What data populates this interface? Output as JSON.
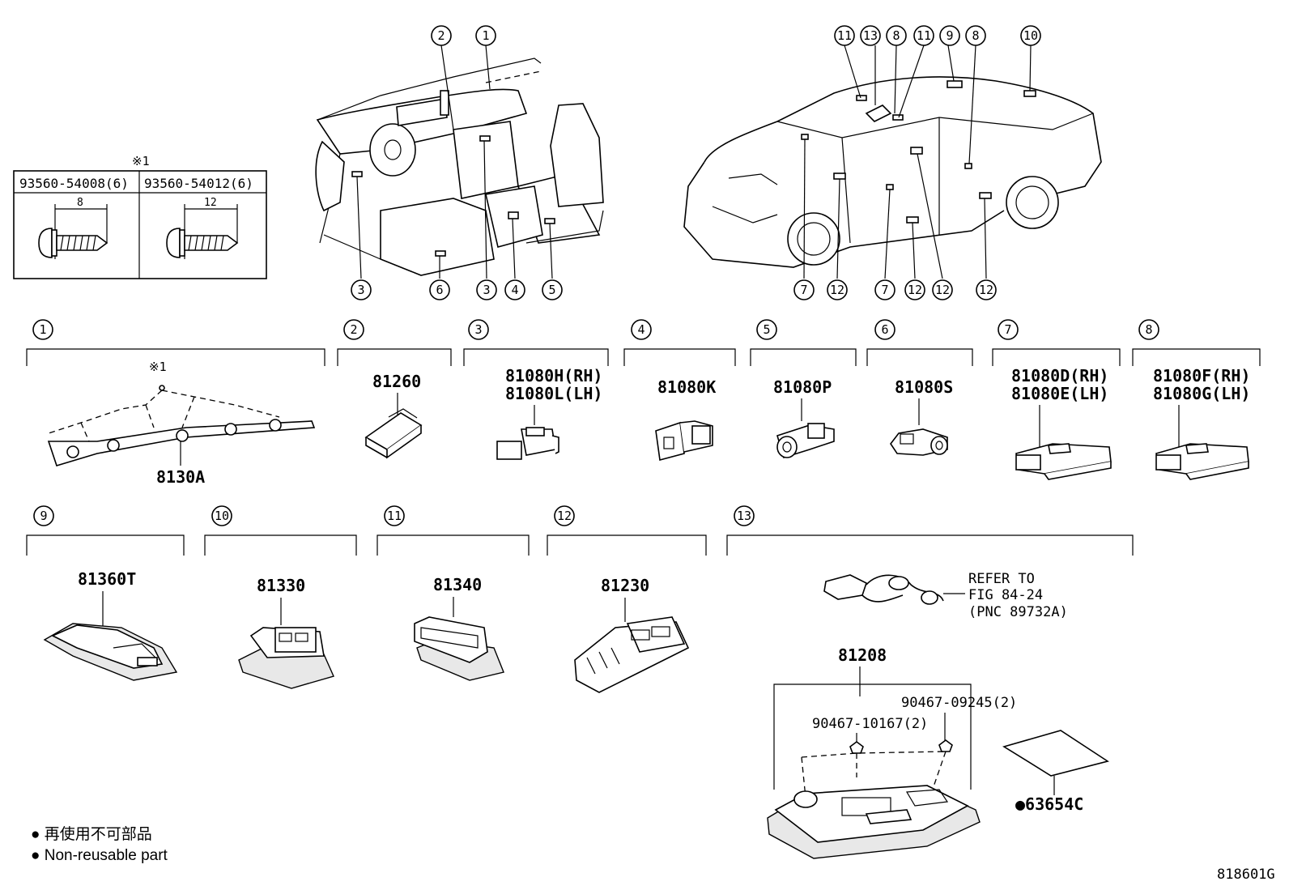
{
  "screw_table": {
    "note_mark": "※1",
    "cols": [
      {
        "part": "93560-54008(6)",
        "dim": "8"
      },
      {
        "part": "93560-54012(6)",
        "dim": "12"
      }
    ]
  },
  "interior_callouts_top": [
    "2",
    "1"
  ],
  "interior_callouts_bottom": [
    "3",
    "6",
    "3",
    "4",
    "5"
  ],
  "exterior_callouts_top": [
    "11",
    "13",
    "8",
    "11",
    "9",
    "8",
    "10"
  ],
  "exterior_callouts_bottom": [
    "7",
    "12",
    "7",
    "12",
    "12",
    "12"
  ],
  "groups": [
    {
      "num": "1",
      "parts": [
        "8130A"
      ],
      "note": "※1"
    },
    {
      "num": "2",
      "parts": [
        "81260"
      ]
    },
    {
      "num": "3",
      "parts": [
        "81080H(RH)",
        "81080L(LH)"
      ]
    },
    {
      "num": "4",
      "parts": [
        "81080K"
      ]
    },
    {
      "num": "5",
      "parts": [
        "81080P"
      ]
    },
    {
      "num": "6",
      "parts": [
        "81080S"
      ]
    },
    {
      "num": "7",
      "parts": [
        "81080D(RH)",
        "81080E(LH)"
      ]
    },
    {
      "num": "8",
      "parts": [
        "81080F(RH)",
        "81080G(LH)"
      ]
    },
    {
      "num": "9",
      "parts": [
        "81360T"
      ]
    },
    {
      "num": "10",
      "parts": [
        "81330"
      ]
    },
    {
      "num": "11",
      "parts": [
        "81340"
      ]
    },
    {
      "num": "12",
      "parts": [
        "81230"
      ]
    },
    {
      "num": "13",
      "parts": [
        "81208"
      ]
    }
  ],
  "group13": {
    "refer": [
      "REFER TO",
      "FIG 84-24",
      "(PNC 89732A)"
    ],
    "screw_a": "90467-10167(2)",
    "screw_b": "90467-09245(2)",
    "lens_part": "●63654C"
  },
  "legend": {
    "jp": "● 再使用不可部品",
    "en": "● Non-reusable part"
  },
  "figure_id": "818601G"
}
